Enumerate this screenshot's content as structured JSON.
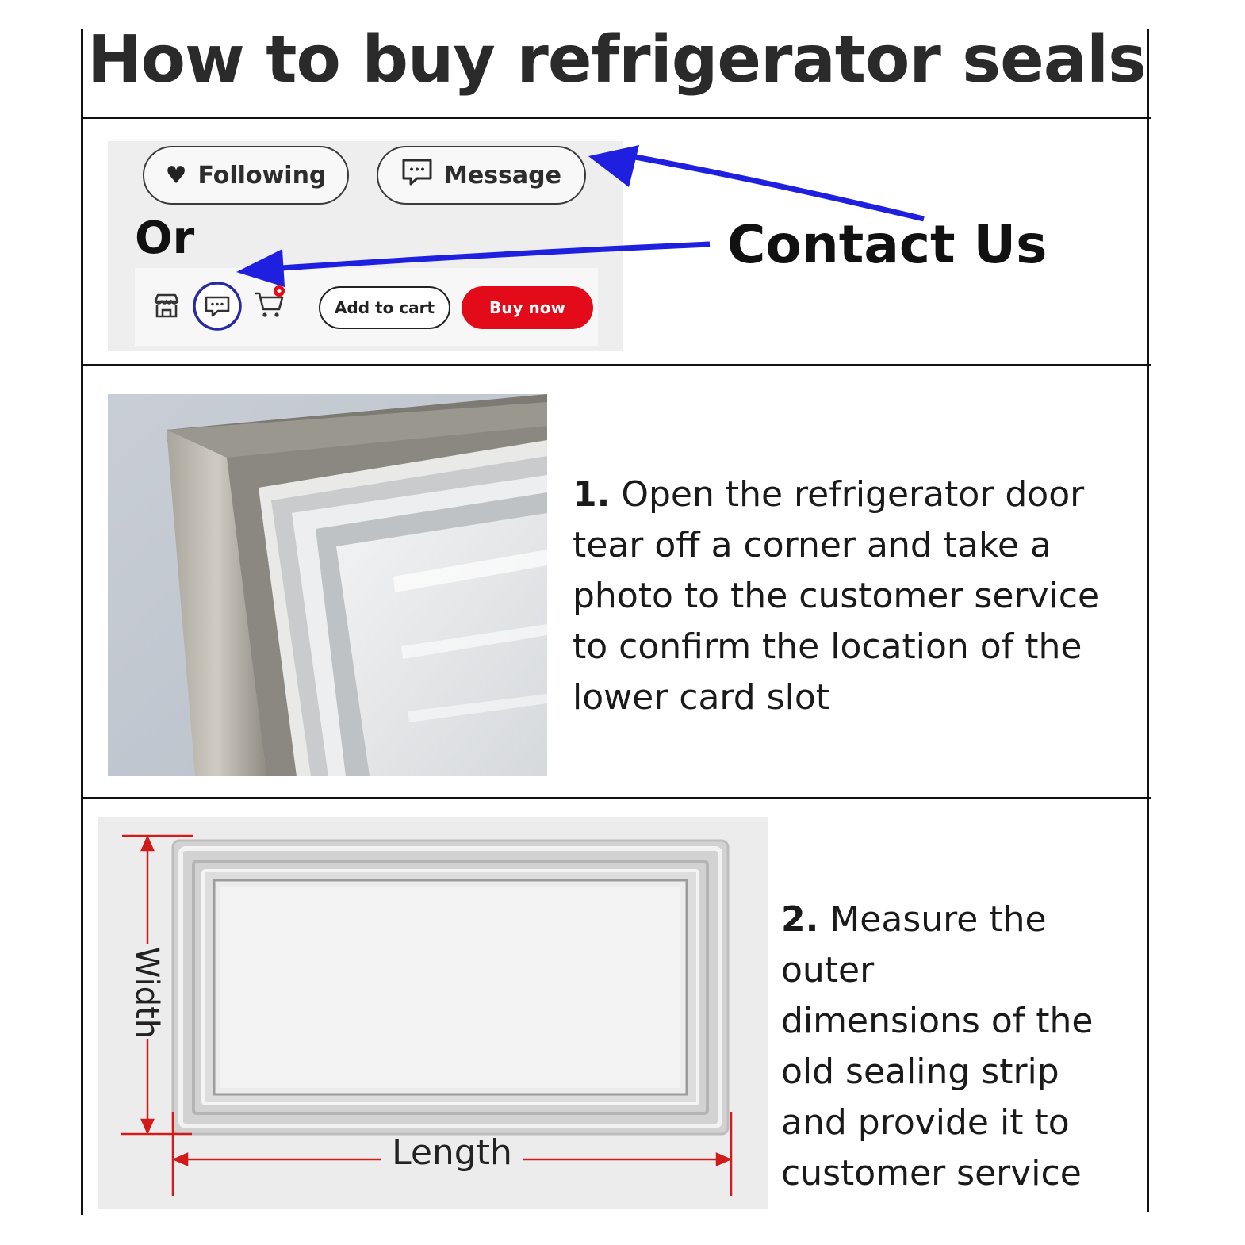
{
  "header": {
    "title": "How to buy refrigerator seals"
  },
  "contact_section": {
    "following_label": "Following",
    "message_label": "Message",
    "or_label": "Or",
    "add_to_cart_label": "Add to cart",
    "buy_now_label": "Buy now",
    "contact_label": "Contact Us",
    "colors": {
      "arrow": "#1f1fe0",
      "buy_now": "#e30b19",
      "chat_ring": "#2a2aa0"
    }
  },
  "step1": {
    "number": "1.",
    "lines": [
      "Open the refrigerator door",
      "tear off a corner and take a",
      "photo to the customer service",
      "to confirm the location of the",
      "lower card slot"
    ]
  },
  "step2": {
    "number": "2.",
    "lines": [
      "Measure the outer",
      "dimensions of the",
      "old sealing strip",
      "and provide it to",
      "customer service"
    ],
    "width_label": "Width",
    "length_label": "Length",
    "colors": {
      "dimension": "#d21a1a"
    }
  },
  "icons": [
    "heart-icon",
    "chat-bubble-icon",
    "store-icon",
    "chat-icon",
    "cart-icon"
  ]
}
